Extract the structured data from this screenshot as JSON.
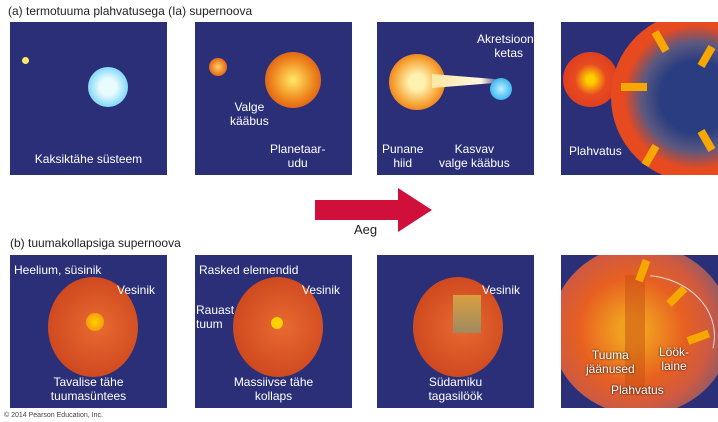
{
  "row_a": {
    "title": "(a) termotuuma plahvatusega (Ia) supernoova",
    "panels": [
      {
        "labels": [
          "Kaksiktähe süsteem"
        ]
      },
      {
        "labels": [
          "Valge\nkääbus",
          "Planetaar-\nudu"
        ]
      },
      {
        "labels": [
          "Akretsiooni-\nketas",
          "Punane\nhiid",
          "Kasvav\nvalge kääbus"
        ]
      },
      {
        "labels": [
          "Plahvatus"
        ]
      }
    ]
  },
  "time_arrow": {
    "label": "Aeg",
    "color": "#d0103a"
  },
  "row_b": {
    "title": "(b) tuumakollapsiga supernoova",
    "panels": [
      {
        "labels": [
          "Heelium, süsinik",
          "Vesinik",
          "Tavalise tähe\ntuumasüntees"
        ]
      },
      {
        "labels": [
          "Rasked elemendid",
          "Vesinik",
          "Rauast\ntuum",
          "Massiivse tähe\nkollaps"
        ]
      },
      {
        "labels": [
          "Vesinik",
          "Südamiku\ntagasilöök"
        ]
      },
      {
        "labels": [
          "Tuuma\njäänused",
          "Löök-\nlaine",
          "Plahvatus"
        ]
      }
    ]
  },
  "copyright": "© 2014 Pearson Education, Inc.",
  "colors": {
    "panel_bg": "#2a2f78",
    "arrow": "#f6a800"
  }
}
